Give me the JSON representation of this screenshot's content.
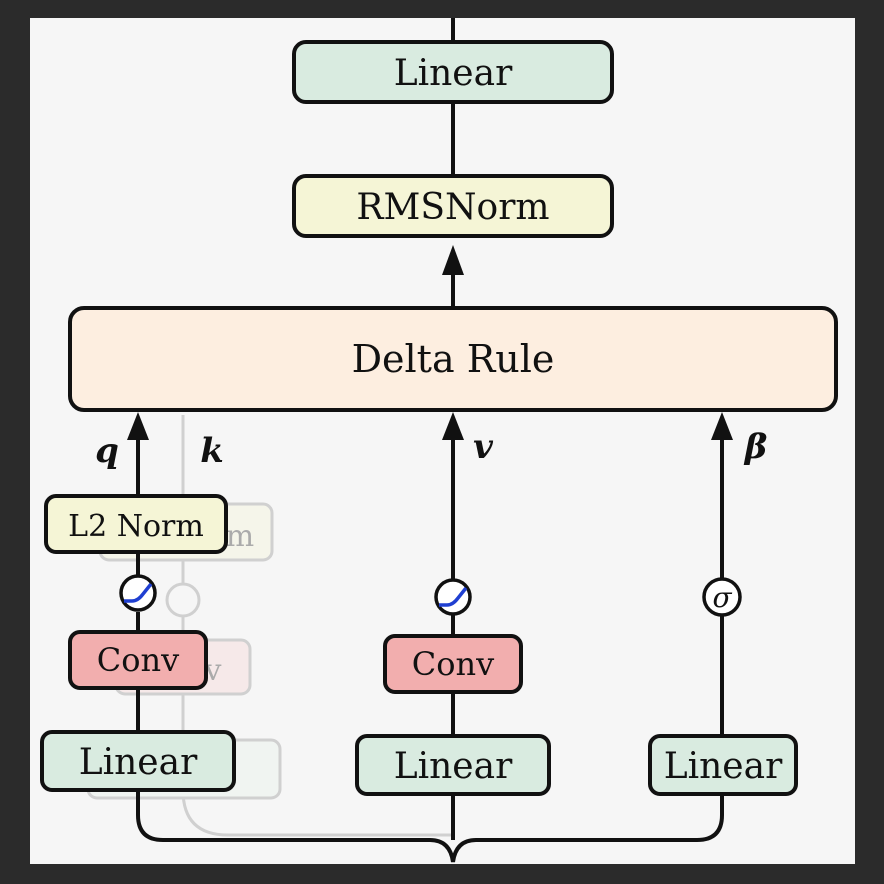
{
  "blocks": {
    "top_linear": "Linear",
    "rmsnorm": "RMSNorm",
    "delta_rule": "Delta Rule",
    "l2_norm": "L2 Norm",
    "l2_norm_ghost": "m",
    "conv_q": "Conv",
    "conv_k_ghost": "v",
    "conv_v": "Conv",
    "linear_q": "Linear",
    "linear_v": "Linear",
    "linear_beta": "Linear"
  },
  "arrow_labels": {
    "q": "q",
    "k": "k",
    "v": "v",
    "beta": "β"
  },
  "activations": {
    "sigma": "σ"
  },
  "colors": {
    "linear_fill": "#d9ebe0",
    "rmsnorm_fill": "#f5f5d6",
    "delta_fill": "#fdeee0",
    "l2norm_fill": "#f5f5d6",
    "conv_fill": "#f2aeae",
    "silu_curve": "#1f3fd1",
    "background": "#f6f6f6",
    "frame": "#2b2b2b"
  }
}
